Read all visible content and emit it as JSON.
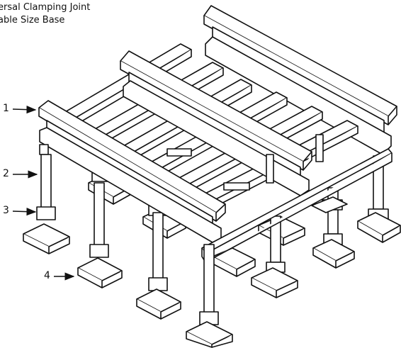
{
  "legend": {
    "line1": "ersal Clamping Joint",
    "line2": "able Size Base"
  },
  "callouts": [
    {
      "label": "1"
    },
    {
      "label": "2"
    },
    {
      "label": "3"
    },
    {
      "label": "4"
    }
  ],
  "colors": {
    "stroke": "#111111",
    "fill": "#ffffff"
  }
}
